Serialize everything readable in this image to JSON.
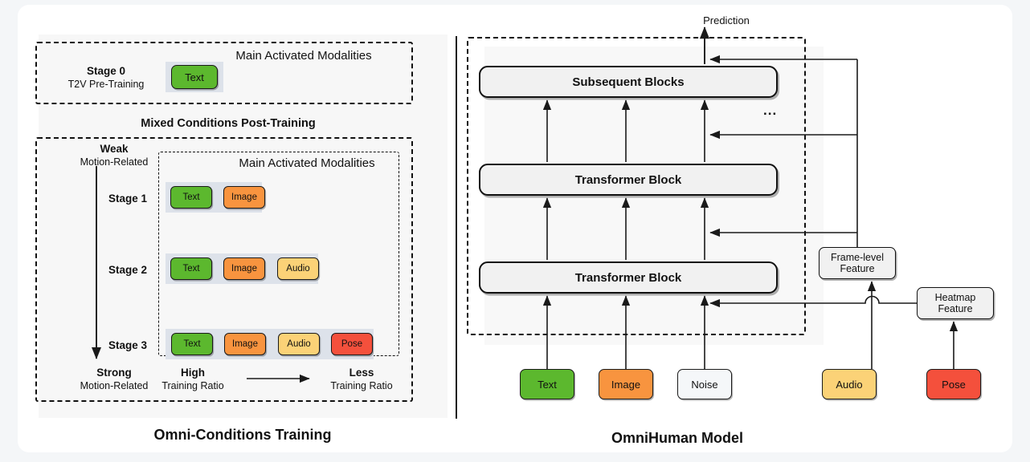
{
  "figure": {
    "left_panel_title": "Omni-Conditions Training",
    "right_panel_title": "OmniHuman Model"
  },
  "colors": {
    "text": "#5cb82e",
    "image": "#f8943f",
    "audio": "#fbd277",
    "pose": "#f4503c",
    "noise": "#f5f7f9",
    "block": "#f1f1f1",
    "band": "#dde2ea",
    "panel_bg": "#f7f7f7",
    "stroke": "#111111"
  },
  "left": {
    "stage0": {
      "box_header": "Main Activated Modalities",
      "name": "Stage 0",
      "subtitle": "T2V Pre-Training",
      "modalities": [
        {
          "label": "Text",
          "color": "#5cb82e"
        }
      ]
    },
    "section_title": "Mixed Conditions Post-Training",
    "axis": {
      "top_bold": "Weak",
      "top_sub": "Motion-Related",
      "bottom_bold": "Strong",
      "bottom_sub": "Motion-Related"
    },
    "ratio_axis": {
      "left_bold": "High",
      "left_sub": "Training Ratio",
      "right_bold": "Less",
      "right_sub": "Training Ratio"
    },
    "modalities_header": "Main Activated Modalities",
    "stages": [
      {
        "name": "Stage 1",
        "modalities": [
          {
            "label": "Text",
            "color": "#5cb82e"
          },
          {
            "label": "Image",
            "color": "#f8943f"
          }
        ]
      },
      {
        "name": "Stage 2",
        "modalities": [
          {
            "label": "Text",
            "color": "#5cb82e"
          },
          {
            "label": "Image",
            "color": "#f8943f"
          },
          {
            "label": "Audio",
            "color": "#fbd277"
          }
        ]
      },
      {
        "name": "Stage 3",
        "modalities": [
          {
            "label": "Text",
            "color": "#5cb82e"
          },
          {
            "label": "Image",
            "color": "#f8943f"
          },
          {
            "label": "Audio",
            "color": "#fbd277"
          },
          {
            "label": "Pose",
            "color": "#f4503c"
          }
        ]
      }
    ]
  },
  "right": {
    "output_label": "Prediction",
    "ellipsis": "...",
    "blocks": [
      {
        "label": "Subsequent Blocks"
      },
      {
        "label": "Transformer Block"
      },
      {
        "label": "Transformer Block"
      }
    ],
    "features": [
      {
        "line1": "Frame-level",
        "line2": "Feature"
      },
      {
        "line1": "Heatmap",
        "line2": "Feature"
      }
    ],
    "inputs": [
      {
        "label": "Text",
        "color": "#5cb82e"
      },
      {
        "label": "Image",
        "color": "#f8943f"
      },
      {
        "label": "Noise",
        "color": "#f5f7f9"
      },
      {
        "label": "Audio",
        "color": "#fbd277"
      },
      {
        "label": "Pose",
        "color": "#f4503c"
      }
    ]
  }
}
